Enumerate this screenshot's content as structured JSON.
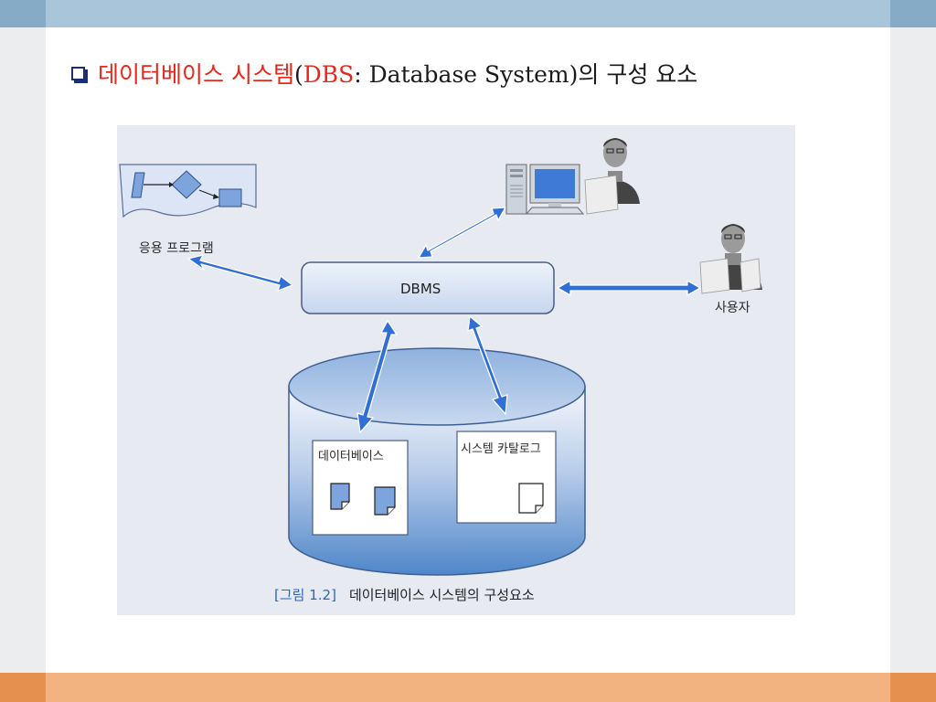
{
  "slide": {
    "title_red": "데이터베이스 시스템",
    "title_paren_open": "(",
    "title_dbs": "DBS",
    "title_rest": ": Database System)의 구성 요소"
  },
  "diagram": {
    "app_program_label": "응용 프로그램",
    "dbms_label": "DBMS",
    "user_label": "사용자",
    "database_label": "데이터베이스",
    "catalog_label": "시스템 카탈로그",
    "caption_number": "[그림 1.2]",
    "caption_text": "데이터베이스 시스템의 구성요소"
  },
  "colors": {
    "title_accent": "#e8261a",
    "arrow_blue": "#2f6fd6",
    "cylinder_blue": "#4f86c9",
    "panel_blue": "#dbe5f5"
  }
}
